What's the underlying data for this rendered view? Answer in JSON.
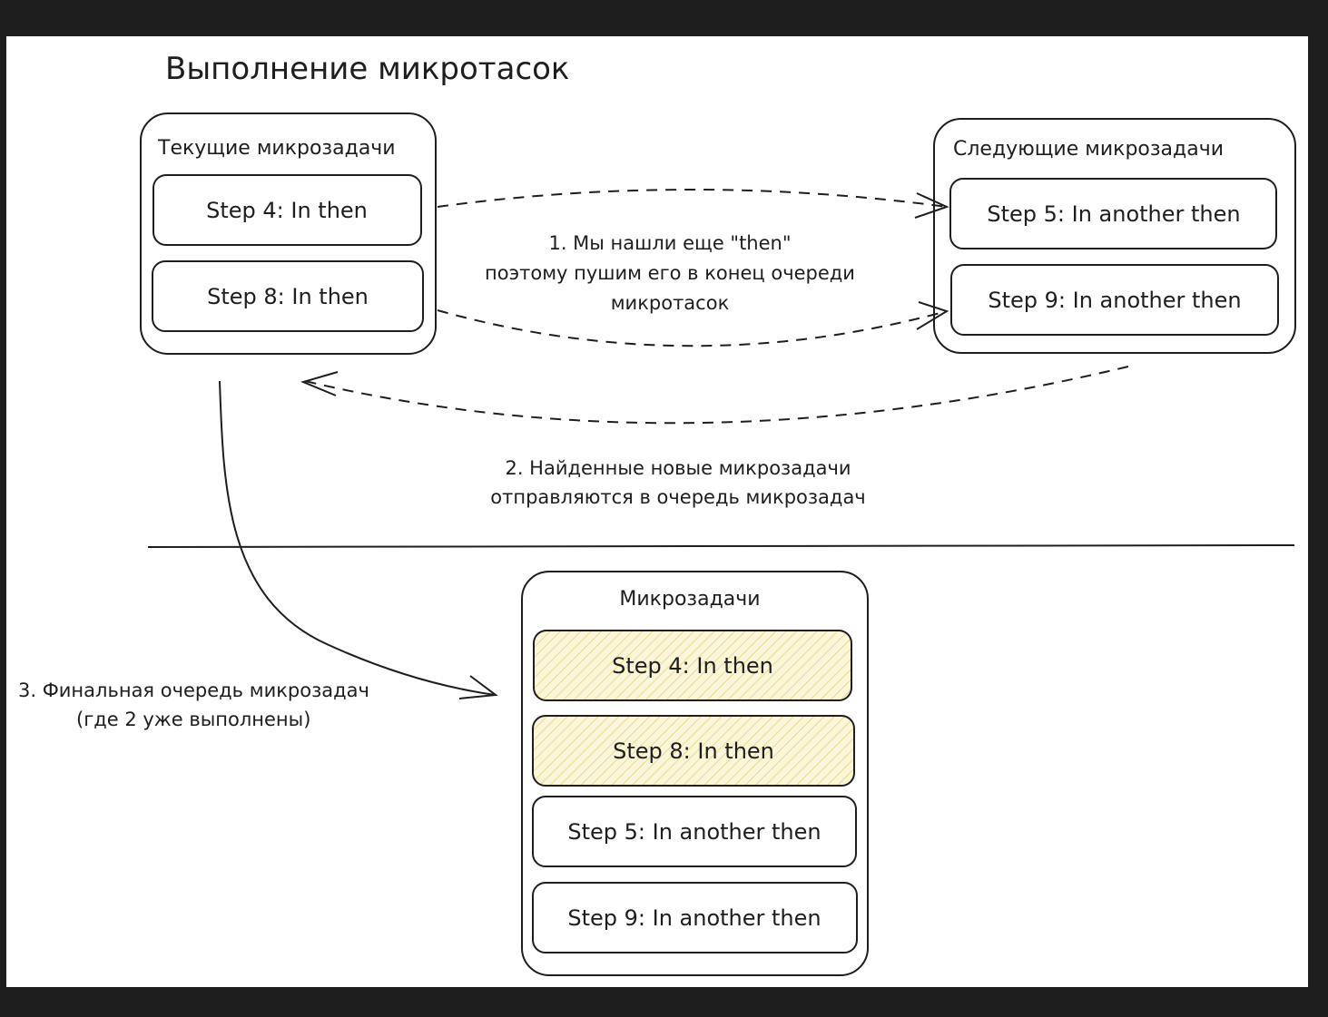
{
  "title": "Выполнение микротасок",
  "current_microtasks": {
    "label": "Текущие микрозадачи",
    "items": [
      "Step 4: In then",
      "Step 8: In then"
    ]
  },
  "next_microtasks": {
    "label": "Следующие микрозадачи",
    "items": [
      "Step 5: In another then",
      "Step 9: In another then"
    ]
  },
  "final_microtasks": {
    "label": "Микрозадачи",
    "items": [
      {
        "text": "Step 4: In then",
        "done": true
      },
      {
        "text": "Step 8: In then",
        "done": true
      },
      {
        "text": "Step 5: In another then",
        "done": false
      },
      {
        "text": "Step 9: In another then",
        "done": false
      }
    ]
  },
  "notes": {
    "note1": [
      "1. Мы нашли еще \"then\"",
      "поэтому пушим его в конец очереди",
      "микротасок"
    ],
    "note2": [
      "2. Найденные новые микрозадачи",
      "отправляются в очередь микрозадач"
    ],
    "note3": [
      "3. Финальная очередь микрозадач",
      "(где 2 уже выполнены)"
    ]
  },
  "colors": {
    "background": "#1e1e1e",
    "canvas": "#ffffff",
    "stroke": "#1e1e1e",
    "done_highlight": "#f5eebd"
  }
}
